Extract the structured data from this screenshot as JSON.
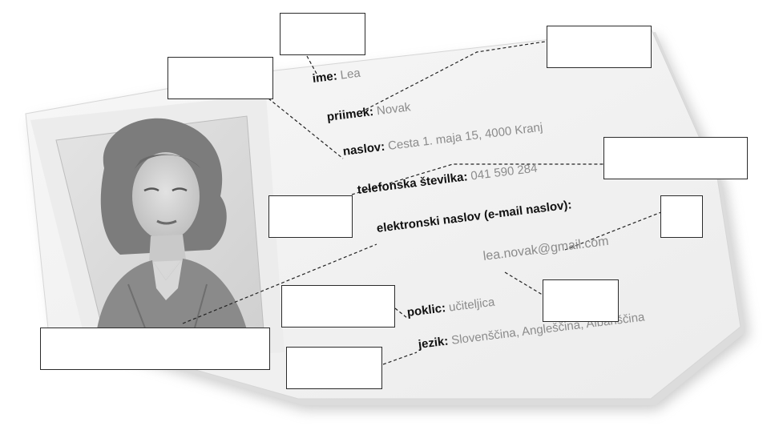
{
  "card": {
    "fields": [
      {
        "key": "ime:",
        "value": " Lea"
      },
      {
        "key": "priimek:",
        "value": " Novak"
      },
      {
        "key": "naslov:",
        "value": " Cesta 1. maja 15, 4000 Kranj"
      },
      {
        "key": "telefonska številka:",
        "value": " 041 590 284"
      },
      {
        "key": "elektronski naslov (e-mail naslov):",
        "value": ""
      },
      {
        "key": "poklic:",
        "value": " učiteljica"
      },
      {
        "key": "jezik:",
        "value": " Slovenščina, Angleščina, Albanščina"
      }
    ],
    "email": "lea.novak@gmail.com"
  },
  "labels": {
    "count": 10,
    "state": "empty"
  }
}
